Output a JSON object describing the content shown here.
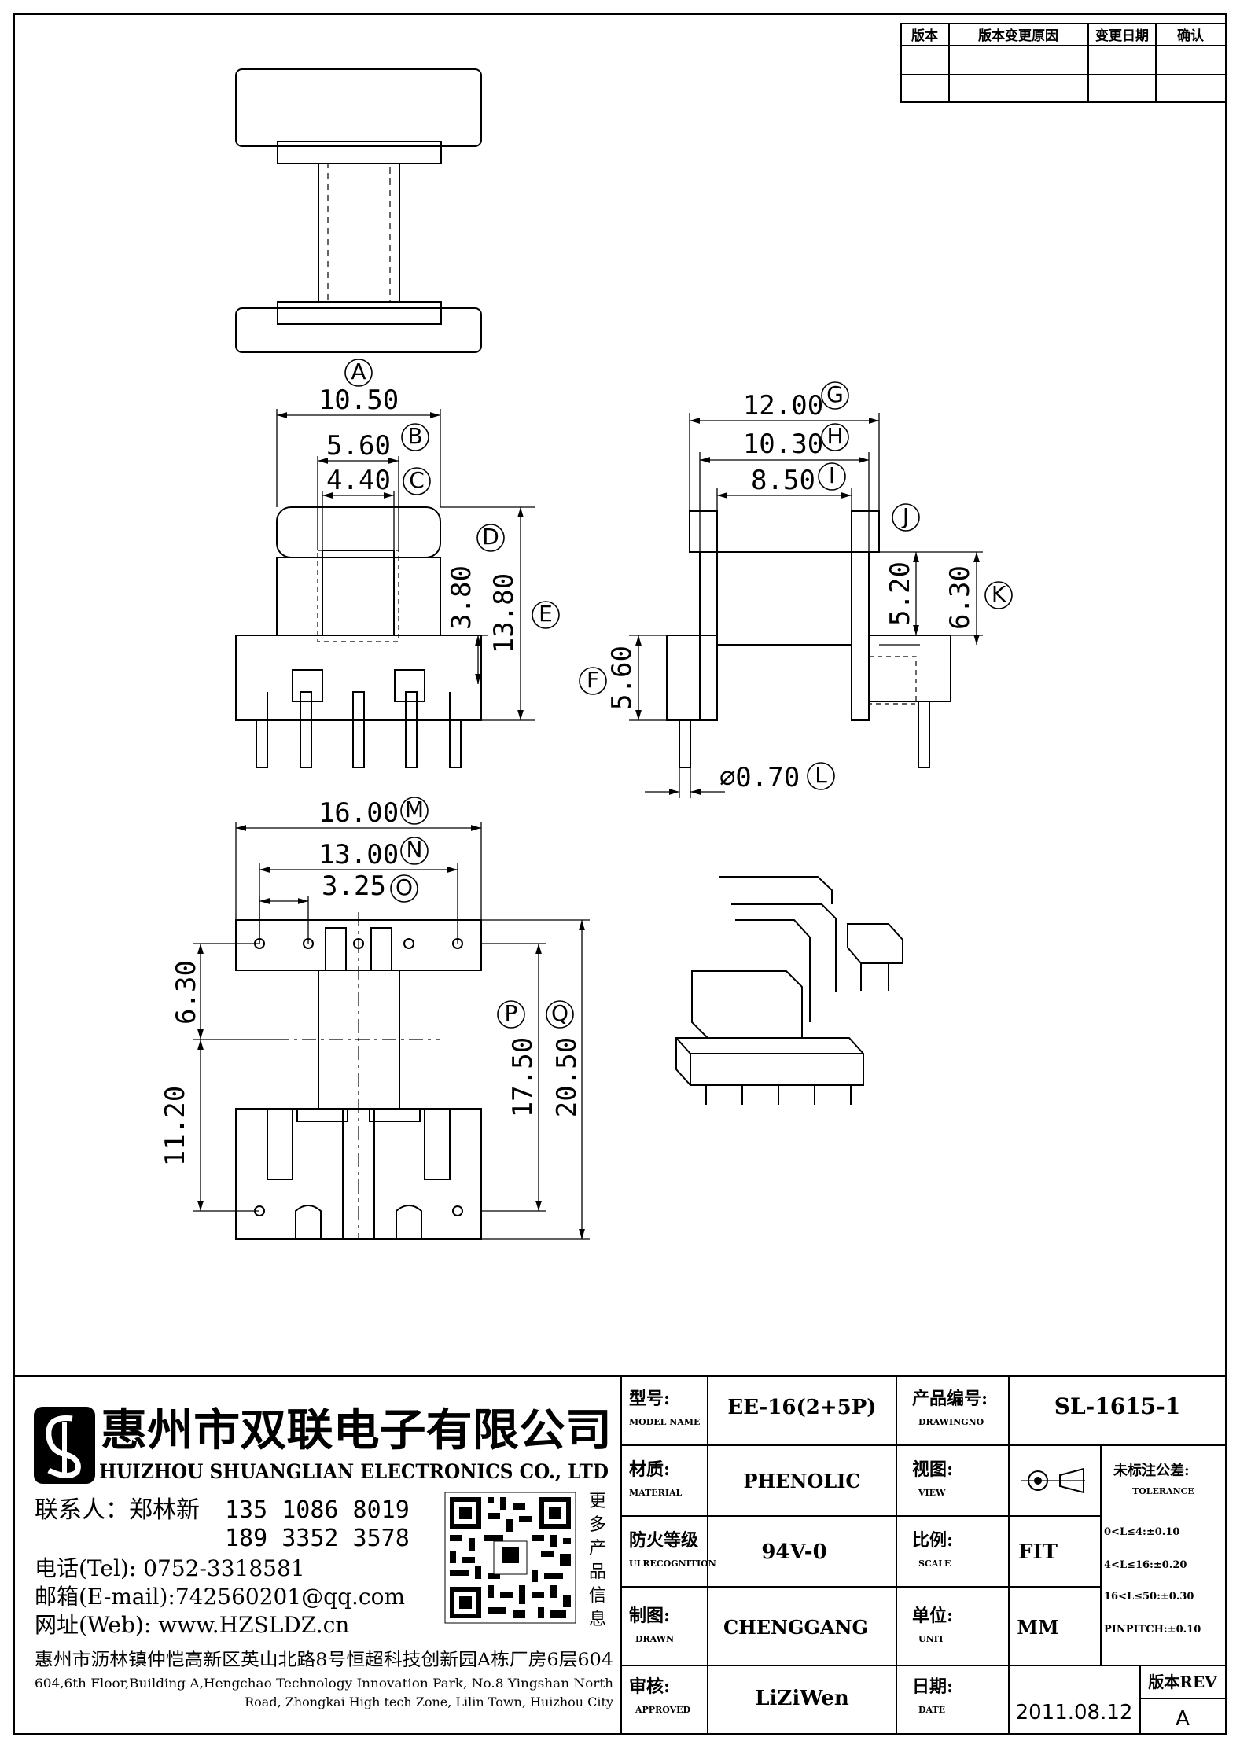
{
  "revision_table": {
    "headers": [
      "版本",
      "版本变更原因",
      "变更日期",
      "确认"
    ]
  },
  "views": {
    "front": {
      "dims": {
        "A": "10.50",
        "B": "5.60",
        "C": "4.40",
        "D": "3.80",
        "E": "13.80"
      },
      "labels": [
        "A",
        "B",
        "C",
        "D",
        "E"
      ]
    },
    "side": {
      "dims": {
        "G": "12.00",
        "H": "10.30",
        "I": "8.50",
        "K1": "5.20",
        "K2": "6.30",
        "F": "5.60",
        "L": "⌀0.70"
      },
      "labels": [
        "F",
        "G",
        "H",
        "I",
        "J",
        "K",
        "L"
      ]
    },
    "bottom": {
      "dims": {
        "M": "16.00",
        "N": "13.00",
        "O": "3.25",
        "top": "6.30",
        "bottom": "11.20",
        "P": "17.50",
        "Q": "20.50"
      },
      "labels": [
        "M",
        "N",
        "O",
        "P",
        "Q"
      ]
    }
  },
  "company": {
    "name_cn": "惠州市双联电子有限公司",
    "name_en": "HUIZHOU SHUANGLIAN ELECTRONICS CO., LTD",
    "contact_label": "联系人：郑林新",
    "phone1": "135 1086 8019",
    "phone2": "189 3352 3578",
    "tel": "电话(Tel): 0752-3318581",
    "email": "邮箱(E-mail):742560201@qq.com",
    "web": "网址(Web): www.HZSLDZ.cn",
    "qr_caption": [
      "更",
      "多",
      "产",
      "品",
      "信",
      "息"
    ],
    "address_cn": "惠州市沥林镇仲恺高新区英山北路8号恒超科技创新园A栋厂房6层604",
    "address_en1": "604,6th Floor,Building A,Hengchao Technology Innovation Park, No.8 Yingshan North",
    "address_en2": "Road, Zhongkai High tech Zone, Lilin Town, Huizhou City"
  },
  "title_block": {
    "model_label": "型号:",
    "model_sub": "MODEL NAME",
    "model_value": "EE-16(2+5P)",
    "drawing_label": "产品编号:",
    "drawing_sub": "DRAWINGNO",
    "drawing_value": "SL-1615-1",
    "material_label": "材质:",
    "material_sub": "MATERIAL",
    "material_value": "PHENOLIC",
    "view_label": "视图:",
    "view_sub": "VIEW",
    "tolerance_label": "未标注公差:",
    "tolerance_sub": "TOLERANCE",
    "flame_label": "防火等级",
    "flame_sub": "ULRECOGNITION",
    "flame_value": "94V-0",
    "scale_label": "比例:",
    "scale_sub": "SCALE",
    "scale_value": "FIT",
    "tol1": "0<L≤4:±0.10",
    "tol2": "4<L≤16:±0.20",
    "tol3": "16<L≤50:±0.30",
    "tol4": "PINPITCH:±0.10",
    "drawn_label": "制图:",
    "drawn_sub": "DRAWN",
    "drawn_value": "CHENGGANG",
    "unit_label": "单位:",
    "unit_sub": "UNIT",
    "unit_value": "MM",
    "approved_label": "审核:",
    "approved_sub": "APPROVED",
    "approved_value": "LiZiWen",
    "date_label": "日期:",
    "date_sub": "DATE",
    "date_value": "2011.08.12",
    "rev_label": "版本REV",
    "rev_value": "A"
  }
}
